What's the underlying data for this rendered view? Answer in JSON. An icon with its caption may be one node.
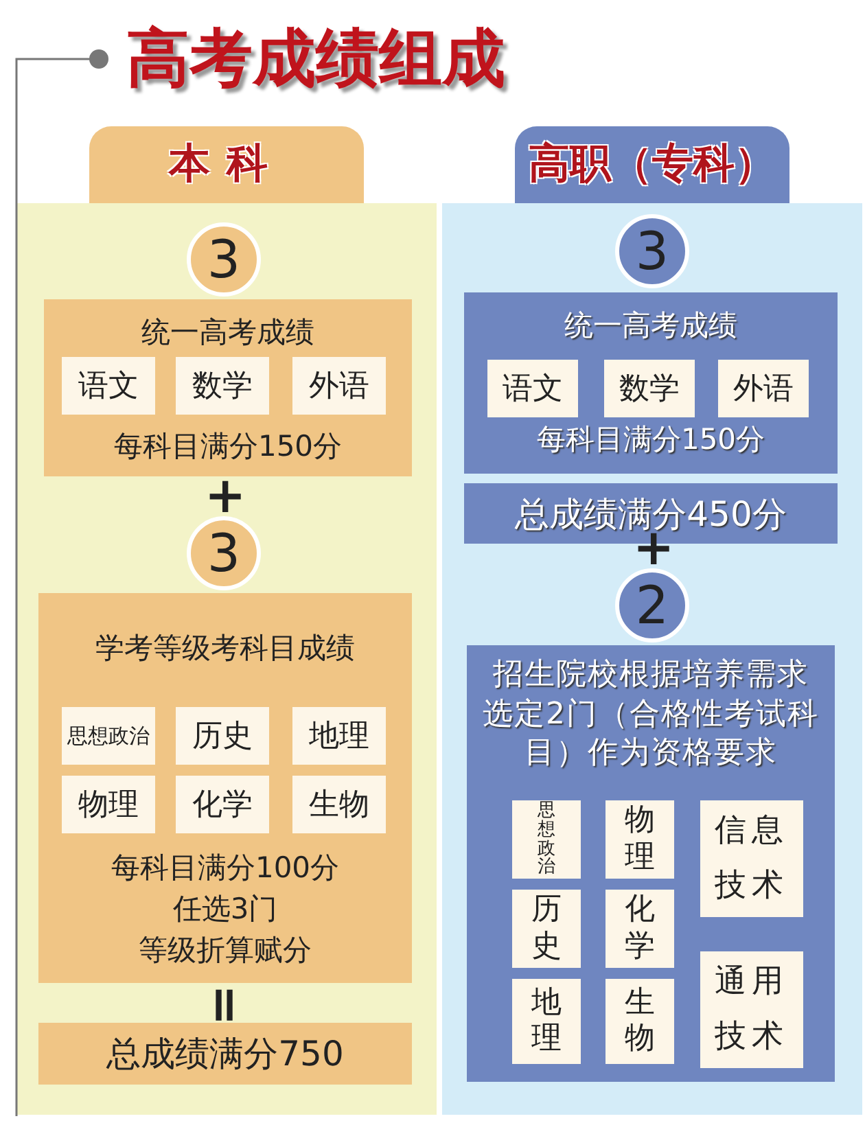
{
  "diagram": {
    "title": "高考成绩组成",
    "nodes": [
      {
        "text": [
          "本科"
        ]
      },
      {
        "text": [
          "3"
        ],
        "in": 0
      },
      {
        "text": [
          "统一高考成绩",
          "每科目满分150分"
        ],
        "in": 0
      },
      {
        "text": [
          "语文"
        ],
        "in": 2
      },
      {
        "text": [
          "数学"
        ],
        "in": 2
      },
      {
        "text": [
          "外语"
        ],
        "in": 2
      },
      {
        "text": [
          "3"
        ],
        "in": 0
      },
      {
        "text": [
          "学考等级考科目成绩",
          "每科目满分100分",
          "任选3门",
          "等级折算赋分"
        ],
        "in": 0
      },
      {
        "text": [
          "思想政治"
        ],
        "in": 7
      },
      {
        "text": [
          "历史"
        ],
        "in": 7
      },
      {
        "text": [
          "地理"
        ],
        "in": 7
      },
      {
        "text": [
          "物理"
        ],
        "in": 7
      },
      {
        "text": [
          "化学"
        ],
        "in": 7
      },
      {
        "text": [
          "生物"
        ],
        "in": 7
      },
      {
        "text": [
          "总成绩满分750"
        ],
        "in": 0
      },
      {
        "text": [
          "高职（专科）"
        ]
      },
      {
        "text": [
          "3"
        ],
        "in": 15
      },
      {
        "text": [
          "统一高考成绩",
          "每科目满分150分"
        ],
        "in": 15
      },
      {
        "text": [
          "语文"
        ],
        "in": 17
      },
      {
        "text": [
          "数学"
        ],
        "in": 17
      },
      {
        "text": [
          "外语"
        ],
        "in": 17
      },
      {
        "text": [
          "总成绩满分450分"
        ],
        "in": 15
      },
      {
        "text": [
          "2"
        ],
        "in": 15
      },
      {
        "text": [
          "招生院校根据培养需求选定2门（合格性考试科目）作为资格要求"
        ],
        "in": 15
      },
      {
        "text": [
          "思想政治"
        ],
        "in": 23
      },
      {
        "text": [
          "物理"
        ],
        "in": 23
      },
      {
        "text": [
          "信息技术"
        ],
        "in": 23
      },
      {
        "text": [
          "历史"
        ],
        "in": 23
      },
      {
        "text": [
          "化学"
        ],
        "in": 23
      },
      {
        "text": [
          "地理"
        ],
        "in": 23
      },
      {
        "text": [
          "生物"
        ],
        "in": 23
      },
      {
        "text": [
          "通用技术"
        ],
        "in": 23
      }
    ],
    "edges": [],
    "labels": [
      "+",
      "=",
      "+"
    ]
  }
}
